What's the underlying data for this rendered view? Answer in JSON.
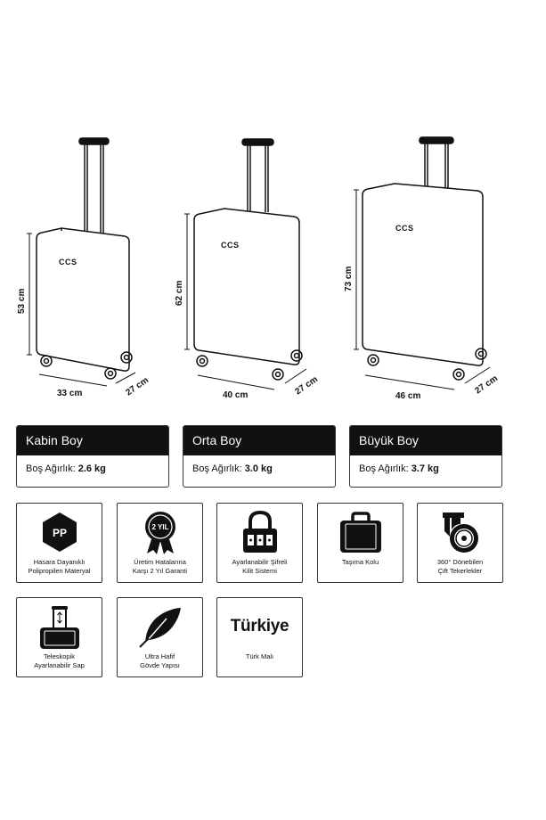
{
  "luggage": [
    {
      "logo": "CCS",
      "height": "53 cm",
      "width": "33 cm",
      "depth": "27 cm"
    },
    {
      "logo": "CCS",
      "height": "62 cm",
      "width": "40 cm",
      "depth": "27 cm"
    },
    {
      "logo": "CCS",
      "height": "73 cm",
      "width": "46 cm",
      "depth": "27 cm"
    }
  ],
  "sizes": [
    {
      "name": "Kabin Boy",
      "weight_label": "Boş Ağırlık:",
      "weight": "2.6 kg"
    },
    {
      "name": "Orta Boy",
      "weight_label": "Boş Ağırlık:",
      "weight": "3.0 kg"
    },
    {
      "name": "Büyük Boy",
      "weight_label": "Boş Ağırlık:",
      "weight": "3.7 kg"
    }
  ],
  "features": [
    {
      "icon": "pp-icon",
      "icon_text": "PP",
      "lines": [
        "Hasara Dayanıklı",
        "Polipropilen Materyal"
      ]
    },
    {
      "icon": "warranty-badge-icon",
      "icon_text": "2 YIL",
      "lines": [
        "Üretim Hatalarına",
        "Karşı 2 Yıl Garanti"
      ]
    },
    {
      "icon": "combination-lock-icon",
      "lines": [
        "Ayarlanabilir Şifreli",
        "Kilit Sistemi"
      ]
    },
    {
      "icon": "carry-handle-icon",
      "lines": [
        "Taşıma Kolu"
      ]
    },
    {
      "icon": "spinner-wheel-icon",
      "lines": [
        "360° Dönebilen",
        "Çift Tekerlekler"
      ]
    },
    {
      "icon": "telescopic-handle-icon",
      "lines": [
        "Teleskopik",
        "Ayarlanabilir Sap"
      ]
    },
    {
      "icon": "feather-icon",
      "lines": [
        "Ultra Hafif",
        "Gövde Yapısı"
      ]
    },
    {
      "icon": "turkiye-wordmark",
      "icon_text": "Türkiye",
      "lines": [
        "Türk Malı"
      ]
    }
  ]
}
